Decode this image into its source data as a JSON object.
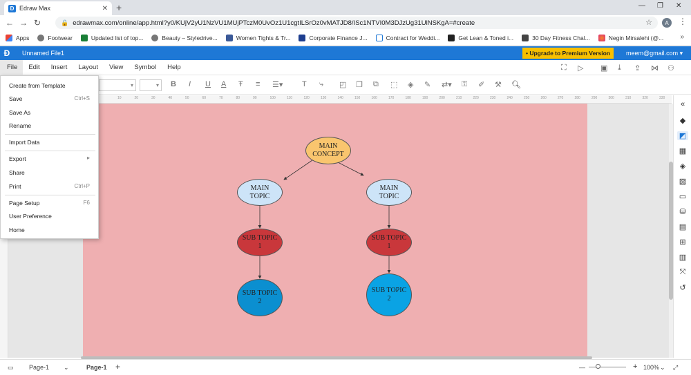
{
  "browser": {
    "tab_title": "Edraw Max",
    "url": "edrawmax.com/online/app.html?y0/KUjV2yU1NzVU1MUjPTczM0UvOz1U1cgtILSrOz0vMATJD8/ISc1NTVI0M3DJzUg31UlNSKgA=#create",
    "profile_initial": "A",
    "bookmarks": [
      "Apps",
      "Footwear",
      "Updated list of top...",
      "Beauty – Styledrive...",
      "Women Tights & Tr...",
      "Corporate Finance J...",
      "Contract for Weddi...",
      "Get Lean & Toned i...",
      "30 Day Fitness Chal...",
      "Negin Mirsalehi (@..."
    ]
  },
  "app": {
    "file_name": "Unnamed File1",
    "upgrade_label": "• Upgrade to Premium Version",
    "email": "meem@gmail.com",
    "menus": [
      "File",
      "Edit",
      "Insert",
      "Layout",
      "View",
      "Symbol",
      "Help"
    ],
    "accent": "#1e78d6",
    "upgrade_color": "#f8c000",
    "page_color": "#efafb1"
  },
  "file_menu": {
    "items": [
      {
        "label": "Create from Template",
        "shortcut": ""
      },
      {
        "label": "Save",
        "shortcut": "Ctrl+S"
      },
      {
        "label": "Save As",
        "shortcut": ""
      },
      {
        "label": "Rename",
        "shortcut": ""
      },
      {
        "label": "Import Data",
        "shortcut": ""
      },
      {
        "label": "Export",
        "shortcut": "▸"
      },
      {
        "label": "Share",
        "shortcut": ""
      },
      {
        "label": "Print",
        "shortcut": "Ctrl+P"
      },
      {
        "label": "Page Setup",
        "shortcut": "F6"
      },
      {
        "label": "User Preference",
        "shortcut": ""
      },
      {
        "label": "Home",
        "shortcut": ""
      }
    ]
  },
  "ruler_ticks": [
    "10",
    "20",
    "30",
    "40",
    "50",
    "60",
    "70",
    "80",
    "90",
    "100",
    "110",
    "120",
    "130",
    "140",
    "150",
    "160",
    "170",
    "180",
    "190",
    "200",
    "210",
    "220",
    "230",
    "240",
    "250",
    "260",
    "270",
    "280",
    "290",
    "300",
    "310",
    "320",
    "330"
  ],
  "diagram": {
    "nodes": [
      {
        "id": "main-concept",
        "label": "MAIN\nCONCEPT",
        "color": "#f9c56e"
      },
      {
        "id": "main-topic-left",
        "label": "MAIN\nTOPIC",
        "color": "#cde4f8"
      },
      {
        "id": "main-topic-right",
        "label": "MAIN\nTOPIC",
        "color": "#cde4f8"
      },
      {
        "id": "sub-topic-1-left",
        "label": "SUB TOPIC\n1",
        "color": "#c9373b"
      },
      {
        "id": "sub-topic-1-right",
        "label": "SUB TOPIC\n1",
        "color": "#c9373b"
      },
      {
        "id": "sub-topic-2-left",
        "label": "SUB TOPIC\n2",
        "color": "#0b8fd0"
      },
      {
        "id": "sub-topic-2-right",
        "label": "SUB TOPIC\n2",
        "color": "#0aa3e4"
      }
    ]
  },
  "status": {
    "page_tab_1": "Page-1",
    "page_tab_active": "Page-1",
    "zoom": "100%"
  }
}
